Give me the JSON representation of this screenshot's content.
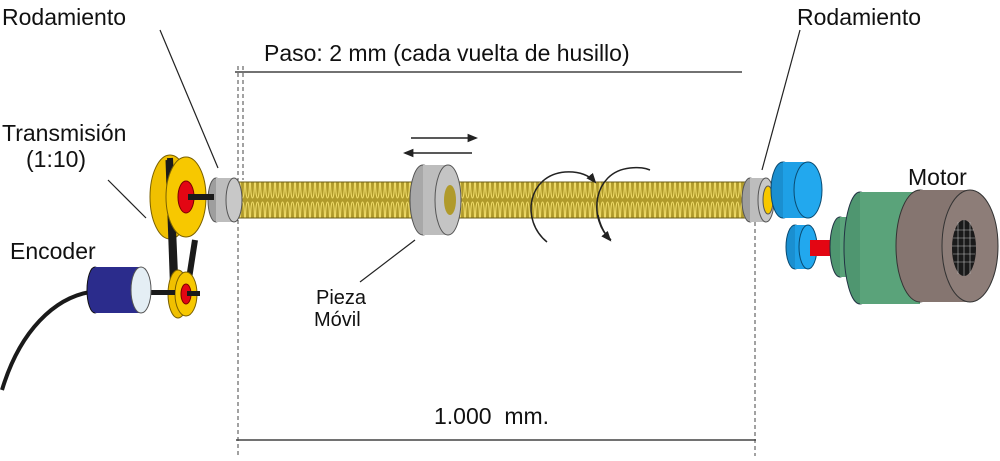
{
  "labels": {
    "bearing_left": "Rodamiento",
    "bearing_right": "Rodamiento",
    "transmission": "Transmisión",
    "transmission_ratio": "(1:10)",
    "encoder": "Encoder",
    "motor": "Motor",
    "moving_part_line1": "Pieza",
    "moving_part_line2": "Móvil"
  },
  "dimensions": {
    "pitch": "Paso: 2 mm (cada vuelta de husillo)",
    "length": "1.000  mm."
  },
  "colors": {
    "screw": "#c9b23a",
    "screw_thread": "#e8d25a",
    "bearing": "#bdbdbd",
    "pulley": "#f7c800",
    "hub": "#e30613",
    "belt": "#1a1a1a",
    "encoder_body": "#2b2c8c",
    "coupling": "#1ea0e6",
    "motor_body": "#5aa37a",
    "motor_cap": "#857570",
    "motor_shaft": "#e30613"
  }
}
